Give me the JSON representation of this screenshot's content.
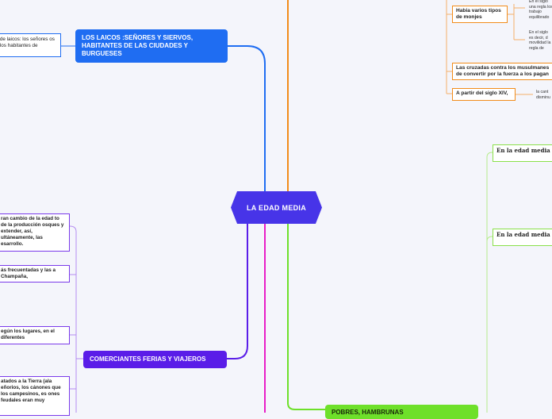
{
  "center": {
    "label": "LA EDAD MEDIA"
  },
  "branches": {
    "laicos": {
      "label": "LOS LAICOS :SEÑORES Y SIERVOS, HABITANTES DE LAS CIUDADES Y BURGUESES",
      "children": [
        "s de laicos: los señores os y los habitantes de"
      ],
      "color": "#1f6df2"
    },
    "comerciantes": {
      "label": "COMERCIANTES FERIAS Y VIAJEROS",
      "children": [
        "ran cambio de la edad to de la producción osques y extender, así, ultáneamente, las esarrollo.",
        "ás frecuentadas y las a Champaña,",
        "egún los lugares, en el diferentes",
        "atados a la Tierra (ala eñorios, los cánones que los campesinos, es ones feudales eran muy"
      ],
      "color": "#5a1de8"
    },
    "pobres": {
      "label": "POBRES, HAMBRUNAS",
      "children": [
        "En la edad media se morir uno de hamb",
        "En la edad media ha muchos mendigos"
      ],
      "color": "#6ee02a"
    },
    "iglesia": {
      "children": [
        {
          "label": "Habia varios tipos de monjes",
          "notes": [
            "En el siglo una regla los trabajo equilibrado",
            "En el siglo es decir, d movilidad la regla de"
          ]
        },
        {
          "label": "Las cruzadas contra los musulmanes de convertir por la fuerza a los pagan",
          "notes": []
        },
        {
          "label": "A partir del siglo XIV,",
          "notes": [
            "la cant disminu"
          ]
        }
      ],
      "color": "#f28c1a"
    }
  },
  "colors": {
    "magenta": "#e81ec8",
    "background": "#f4f5fb"
  }
}
